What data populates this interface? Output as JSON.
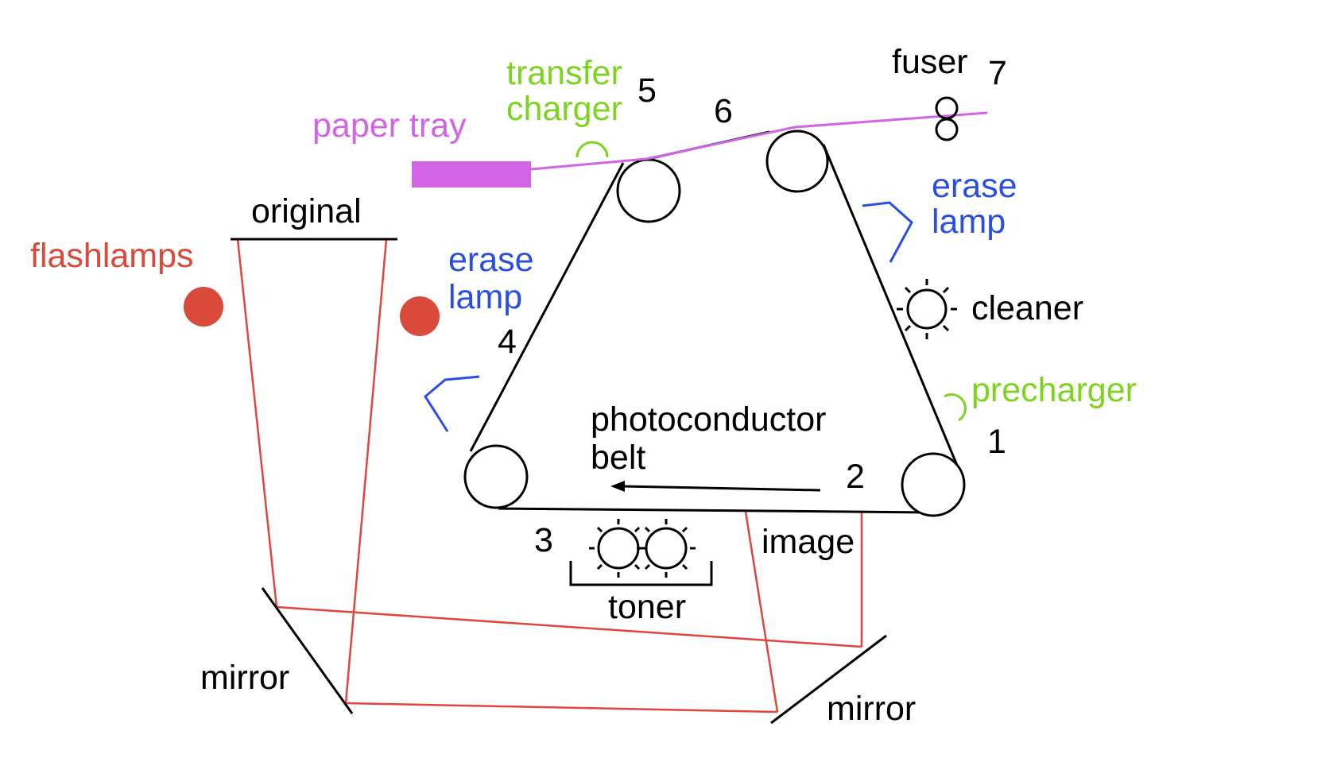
{
  "labels": {
    "paper_tray": "paper tray",
    "transfer": "transfer",
    "charger": "charger",
    "fuser": "fuser",
    "original": "original",
    "flashlamps": "flashlamps",
    "erase_left_1": "erase",
    "erase_left_2": "lamp",
    "erase_right_1": "erase",
    "erase_right_2": "lamp",
    "cleaner": "cleaner",
    "precharger": "precharger",
    "photoconductor": "photoconductor",
    "belt": "belt",
    "image": "image",
    "toner": "toner",
    "mirror_left": "mirror",
    "mirror_right": "mirror"
  },
  "steps": {
    "s1": "1",
    "s2": "2",
    "s3": "3",
    "s4": "4",
    "s5": "5",
    "s6": "6",
    "s7": "7"
  },
  "colors": {
    "ink": "#000000",
    "light_path": "#e0463c",
    "flashlamp": "#d94a3a",
    "paper": "#d264e6",
    "charger": "#7ed321",
    "erase": "#2a4fe0"
  }
}
